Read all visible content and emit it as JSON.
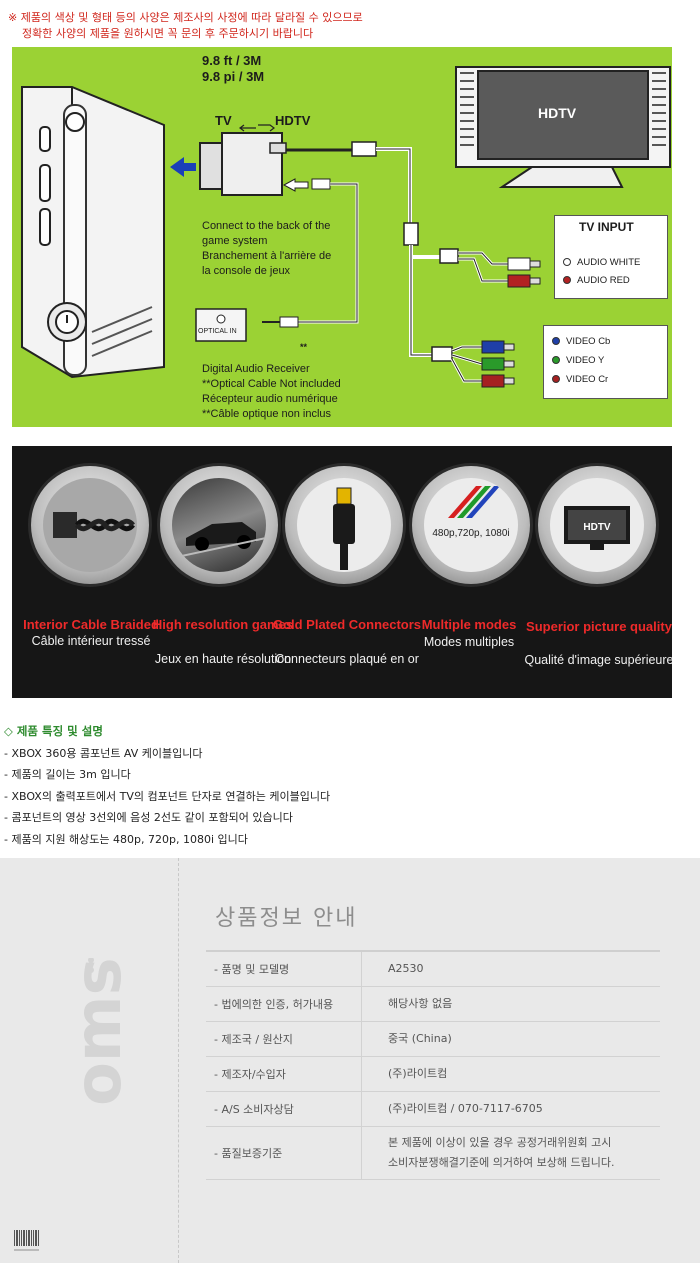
{
  "notice": {
    "line1": "※ 제품의 색상 및 형태 등의 사양은 제조사의 사정에 따라 달라질 수 있으므로",
    "line2": "정확한 사양의 제품을 원하시면 꼭 문의 후 주문하시기 바랍니다"
  },
  "diagram": {
    "length_ft": "9.8 ft / 3M",
    "length_pi": "9.8 pi / 3M",
    "tv": "TV",
    "hdtv": "HDTV",
    "connect_en": "Connect to the back of the",
    "connect_en2": "game system",
    "connect_fr": "Branchement à l'arrière de",
    "connect_fr2": "la console de jeux",
    "optical_in": "OPTICAL IN",
    "asterisk": "**",
    "receiver_en": "Digital Audio Receiver",
    "receiver_en2": "**Optical Cable Not included",
    "receiver_fr": "Récepteur audio numérique",
    "receiver_fr2": "**Câble optique non inclus",
    "tv_screen": "HDTV",
    "tv_input": {
      "title": "TV INPUT",
      "white": "AUDIO WHITE",
      "red": "AUDIO RED"
    },
    "video": {
      "cb": "VIDEO Cb",
      "y": "VIDEO Y",
      "cr": "VIDEO Cr"
    },
    "colors": {
      "background": "#9bd234",
      "white_dot": "#ffffff",
      "red_dot": "#b22222",
      "cb_dot": "#1f3fa8",
      "y_dot": "#2a9a2a",
      "cr_dot": "#a52121"
    }
  },
  "features": [
    {
      "title": "Interior Cable Braided",
      "sub": "Câble intérieur tressé",
      "icon": "braided-cable-icon"
    },
    {
      "title": "High resolution games",
      "sub": "Jeux en haute résolution",
      "icon": "racing-game-icon"
    },
    {
      "title": "Gold Plated Connectors",
      "sub": "Connecteurs plaqué en or",
      "icon": "gold-connector-icon"
    },
    {
      "title": "Multiple modes",
      "sub": "Modes multiples",
      "icon": "multiple-modes-icon",
      "modes": "480p,720p, 1080i"
    },
    {
      "title": "Superior picture quality",
      "sub": "Qualité d'image supérieure",
      "icon": "hdtv-icon",
      "screen": "HDTV"
    }
  ],
  "description": {
    "heading": "◇ 제품 특징 및 설명",
    "items": [
      "- XBOX 360용 콤포넌트 AV 케이블입니다",
      "- 제품의 길이는 3m 입니다",
      "- XBOX의 출력포트에서 TV의 컴포넌트 단자로 연결하는 케이블입니다",
      "- 콤포넌트의 영상 3선외에 음성 2선도 같이 포함되어 있습니다",
      "- 제품의 지원 해상도는 480p, 720p, 1080i 입니다"
    ]
  },
  "product_info": {
    "title": "상품정보 안내",
    "brand": "Coms",
    "rows": [
      {
        "key": "- 품명 및 모델명",
        "value": "A2530"
      },
      {
        "key": "- 법에의한 인증, 허가내용",
        "value": "해당사항 없음"
      },
      {
        "key": "- 제조국 / 원산지",
        "value": "중국 (China)"
      },
      {
        "key": "- 제조자/수입자",
        "value": "(주)라이트컴"
      },
      {
        "key": "- A/S 소비자상담",
        "value": "(주)라이트컴 / 070-7117-6705"
      },
      {
        "key": "- 품질보증기준",
        "value": "본 제품에 이상이 있을 경우 공정거래위원회 고시",
        "value2": "소비자분쟁해결기준에 의거하여 보상해 드립니다."
      }
    ]
  }
}
